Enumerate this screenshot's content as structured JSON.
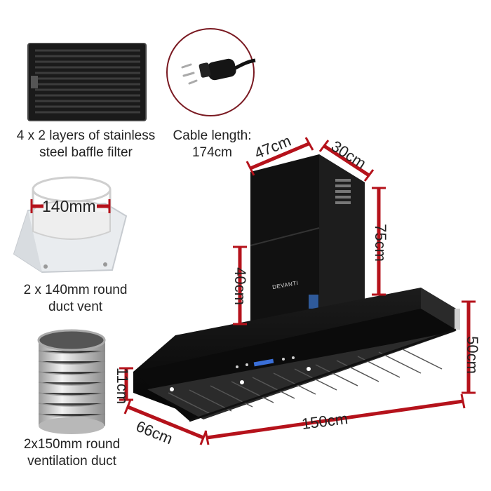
{
  "features": {
    "filter": {
      "line1": "4 x 2 layers of stainless",
      "line2": "steel baffle filter"
    },
    "cable": {
      "line1": "Cable length:",
      "line2": "174cm"
    },
    "vent": {
      "diameter_label": "140mm",
      "line1": "2 x 140mm round",
      "line2": "duct vent"
    },
    "duct": {
      "line1": "2x150mm round",
      "line2": "ventilation duct"
    }
  },
  "dimensions": {
    "chimney_width": "47cm",
    "chimney_depth": "30cm",
    "chimney_height": "75cm",
    "chimney_lower": "40cm",
    "hood_height": "50cm",
    "hood_front": "11cm",
    "hood_depth": "66cm",
    "hood_width": "150cm"
  },
  "product": {
    "brand": "DEVANTI"
  },
  "colors": {
    "dimension_line": "#b5121b",
    "body": "#111111",
    "steel": "#3a3a3a"
  }
}
